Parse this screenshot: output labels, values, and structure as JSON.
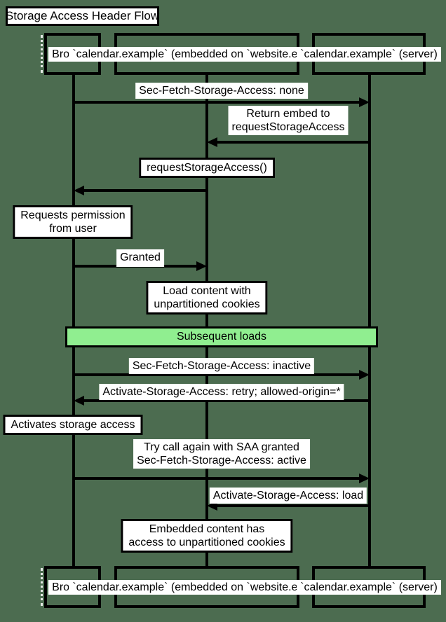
{
  "title": "Storage Access Header Flow",
  "colors": {
    "background": "#4c6c50",
    "section_fill": "#90ee90",
    "box_fill": "#ffffff",
    "stroke": "#000000"
  },
  "actors": [
    {
      "id": "browser",
      "lines": [
        "Browser"
      ]
    },
    {
      "id": "embed",
      "lines": [
        "`calendar.example`",
        "(embedded on `website.example`)"
      ]
    },
    {
      "id": "server",
      "lines": [
        "`calendar.example`",
        "(server)"
      ]
    }
  ],
  "messages": [
    {
      "id": "m1",
      "from": "browser",
      "to": "server",
      "lines": [
        "Sec-Fetch-Storage-Access: none"
      ]
    },
    {
      "id": "m2",
      "from": "server",
      "to": "embed",
      "lines": [
        "Return embed to",
        "requestStorageAccess"
      ]
    },
    {
      "id": "m3",
      "from": "embed",
      "to": "browser",
      "lines": []
    },
    {
      "id": "m4",
      "from": "browser",
      "to": "embed",
      "lines": [
        "Granted"
      ]
    },
    {
      "id": "m5",
      "from": "browser",
      "to": "server",
      "lines": [
        "Sec-Fetch-Storage-Access: inactive"
      ]
    },
    {
      "id": "m6",
      "from": "server",
      "to": "browser",
      "lines": [
        "Activate-Storage-Access: retry; allowed-origin=*"
      ]
    },
    {
      "id": "m7",
      "from": "browser",
      "to": "server",
      "lines": [
        "Try call again with SAA granted",
        "Sec-Fetch-Storage-Access: active"
      ]
    },
    {
      "id": "m8",
      "from": "server",
      "to": "embed",
      "lines": [
        "Activate-Storage-Access: load"
      ]
    }
  ],
  "notes": [
    {
      "id": "n1",
      "over": "embed",
      "lines": [
        "requestStorageAccess()"
      ]
    },
    {
      "id": "n2",
      "over": "browser",
      "lines": [
        "Requests permission",
        "from user"
      ]
    },
    {
      "id": "n3",
      "over": "embed",
      "lines": [
        "Load content with",
        "unpartitioned cookies"
      ]
    },
    {
      "id": "n4",
      "over": "browser",
      "lines": [
        "Activates storage access"
      ]
    },
    {
      "id": "n5",
      "over": "embed",
      "lines": [
        "Embedded content has",
        "access to unpartitioned cookies"
      ]
    }
  ],
  "section": {
    "label": "Subsequent loads"
  }
}
